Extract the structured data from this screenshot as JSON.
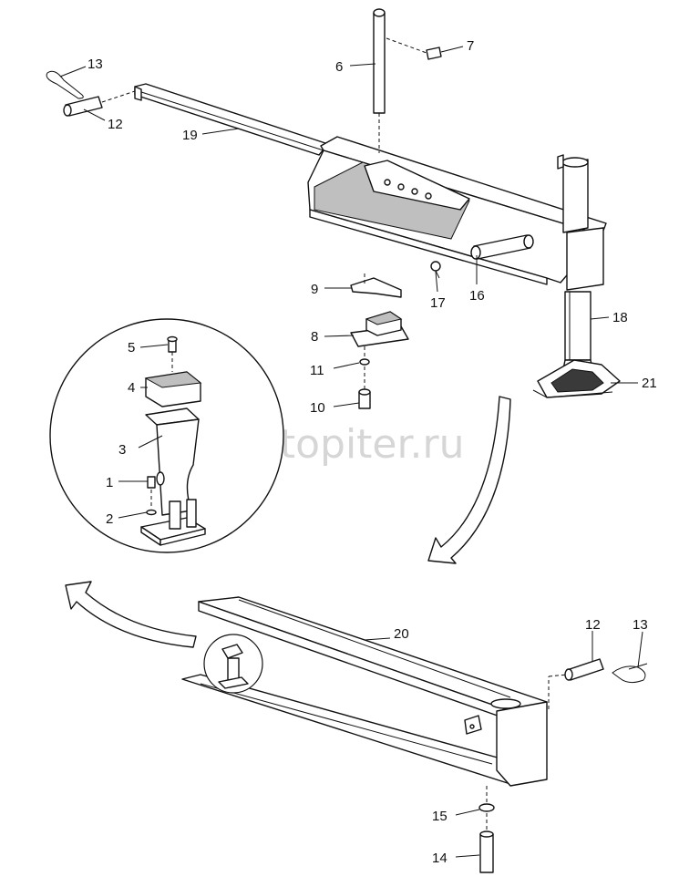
{
  "watermark": {
    "text": "autopiter.ru",
    "icon": "autopiter-logo-icon"
  },
  "callouts": [
    {
      "id": "c13a",
      "text": "13"
    },
    {
      "id": "c12a",
      "text": "12"
    },
    {
      "id": "c19",
      "text": "19"
    },
    {
      "id": "c6",
      "text": "6"
    },
    {
      "id": "c7",
      "text": "7"
    },
    {
      "id": "c9",
      "text": "9"
    },
    {
      "id": "c17",
      "text": "17"
    },
    {
      "id": "c16",
      "text": "16"
    },
    {
      "id": "c18",
      "text": "18"
    },
    {
      "id": "c8",
      "text": "8"
    },
    {
      "id": "c11",
      "text": "11"
    },
    {
      "id": "c10",
      "text": "10"
    },
    {
      "id": "c21",
      "text": "21"
    },
    {
      "id": "c5",
      "text": "5"
    },
    {
      "id": "c4",
      "text": "4"
    },
    {
      "id": "c3",
      "text": "3"
    },
    {
      "id": "c1",
      "text": "1"
    },
    {
      "id": "c2",
      "text": "2"
    },
    {
      "id": "c20",
      "text": "20"
    },
    {
      "id": "c12b",
      "text": "12"
    },
    {
      "id": "c13b",
      "text": "13"
    },
    {
      "id": "c15",
      "text": "15"
    },
    {
      "id": "c14",
      "text": "14"
    }
  ]
}
